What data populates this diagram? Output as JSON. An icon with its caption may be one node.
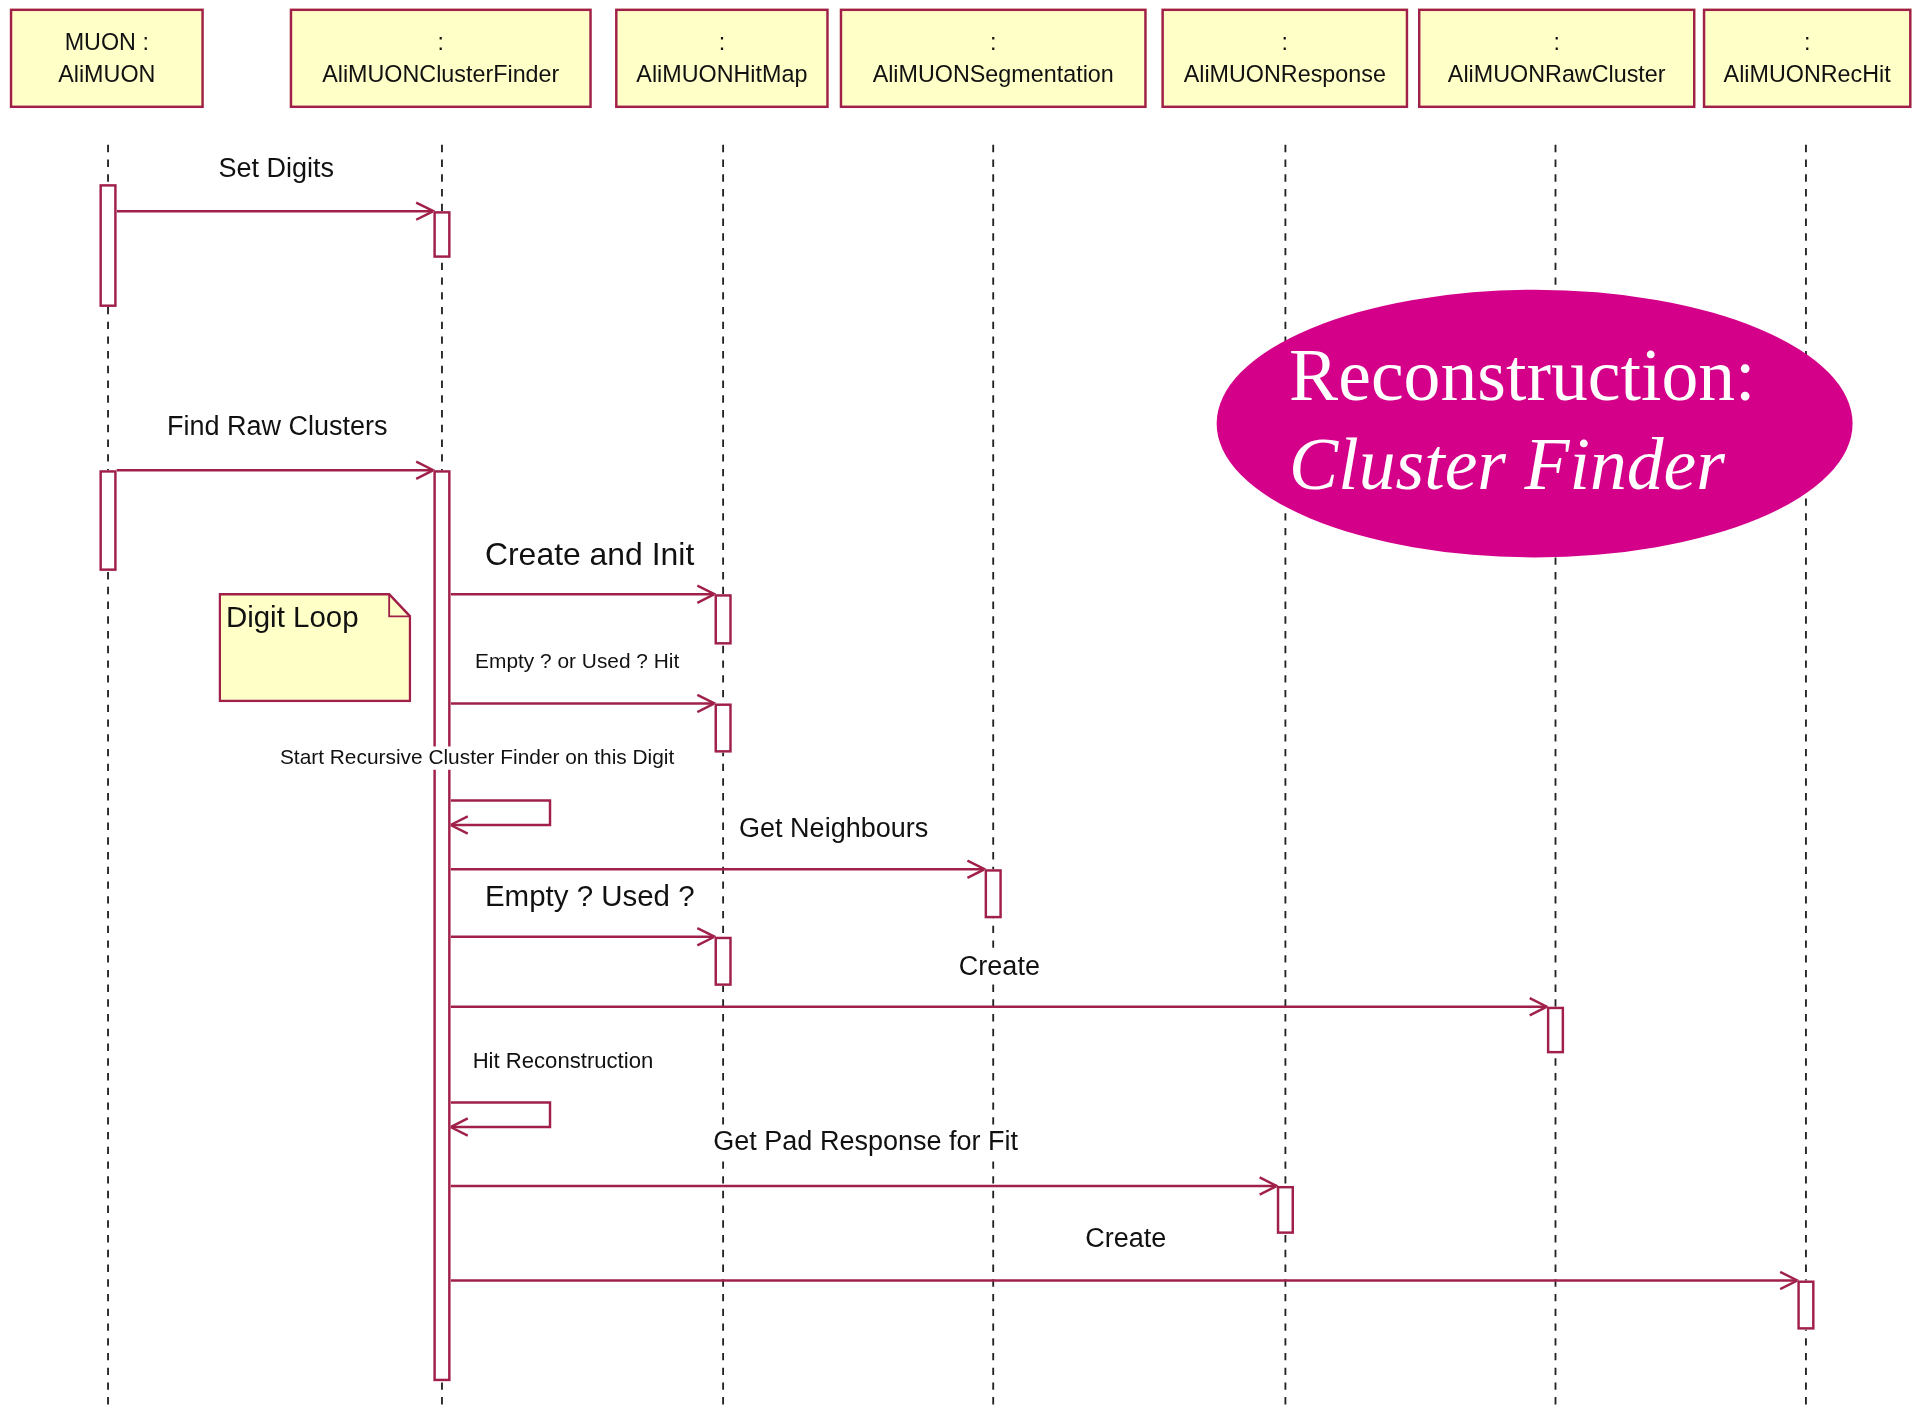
{
  "diagram": {
    "nodes": [
      {
        "text": [
          "MUON : AliMUON"
        ]
      },
      {
        "text": [
          ": AliMUONClusterFinder"
        ]
      },
      {
        "text": [
          ": AliMUONHitMap"
        ]
      },
      {
        "text": [
          ": AliMUONSegmentation"
        ]
      },
      {
        "text": [
          ": AliMUONResponse"
        ]
      },
      {
        "text": [
          ": AliMUONRawCluster"
        ]
      },
      {
        "text": [
          ": AliMUONRecHit"
        ]
      },
      {
        "text": [
          "Reconstruction: *Cluster Finder*"
        ]
      },
      {
        "text": [
          "Digit Loop"
        ]
      },
      {
        "text": [],
        "shape": "bar"
      },
      {
        "text": [],
        "shape": "bar"
      },
      {
        "text": [],
        "shape": "bar"
      },
      {
        "text": [],
        "shape": "bar"
      },
      {
        "text": [],
        "shape": "bar"
      },
      {
        "text": [],
        "shape": "bar"
      },
      {
        "text": [],
        "shape": "bar"
      },
      {
        "text": [],
        "shape": "bar"
      },
      {
        "text": [],
        "shape": "bar"
      },
      {
        "text": [],
        "shape": "bar"
      },
      {
        "text": [],
        "shape": "bar"
      }
    ],
    "edges": [
      {
        "from": 9,
        "to": 10,
        "arrow": "to",
        "label": "Set Digits"
      },
      {
        "from": 11,
        "to": 12,
        "arrow": "to",
        "label": "Find Raw Clusters"
      },
      {
        "from": 12,
        "to": 13,
        "arrow": "to",
        "label": "Create and Init"
      },
      {
        "from": 12,
        "to": 14,
        "arrow": "to",
        "label": "Empty ? or Used ? Hit"
      },
      {
        "from": 12,
        "to": 12,
        "arrow": "to",
        "label": "Start Recursive Cluster Finder on this Digit"
      },
      {
        "from": 12,
        "to": 15,
        "arrow": "to",
        "label": "Get Neighbours"
      },
      {
        "from": 12,
        "to": 16,
        "arrow": "to",
        "label": "Empty ? Used ?"
      },
      {
        "from": 12,
        "to": 17,
        "arrow": "to",
        "label": "Create"
      },
      {
        "from": 12,
        "to": 12,
        "arrow": "to",
        "label": "Hit Reconstruction"
      },
      {
        "from": 12,
        "to": 18,
        "arrow": "to",
        "label": "Get Pad Response for Fit"
      },
      {
        "from": 12,
        "to": 19,
        "arrow": "to",
        "label": "Create"
      }
    ]
  }
}
